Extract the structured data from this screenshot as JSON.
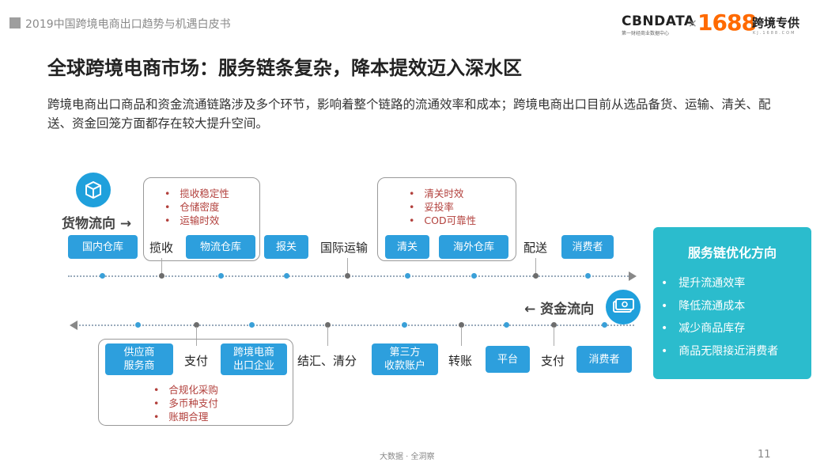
{
  "header": {
    "report_title": "2019中国跨境电商出口趋势与机遇白皮书",
    "logo_cbndata": "CBNDATA",
    "logo_cbndata_sub": "第一财经商业数据中心",
    "logo_times": "×",
    "logo_1688": "1688",
    "logo_kjzj": "跨境专供",
    "logo_kjzj_sub": "KJ.1688.COM"
  },
  "title": "全球跨境电商市场：服务链条复杂，降本提效迈入深水区",
  "paragraph": "跨境电商出口商品和资金流通链路涉及多个环节，影响着整个链路的流通效率和成本；跨境电商出口目前从选品备货、运输、清关、配送、资金回笼方面都存在较大提升空间。",
  "goods_flow": {
    "label": "货物流向 →",
    "steps": {
      "domestic_warehouse": "国内仓库",
      "pickup": "揽收",
      "logistics_warehouse": "物流仓库",
      "declaration": "报关",
      "intl_transport": "国际运输",
      "clearance": "清关",
      "overseas_warehouse": "海外仓库",
      "delivery": "配送",
      "consumer": "消费者"
    },
    "bullets_left": [
      "揽收稳定性",
      "仓储密度",
      "运输时效"
    ],
    "bullets_right": [
      "清关时效",
      "妥投率",
      "COD可靠性"
    ]
  },
  "fund_flow": {
    "label": "← 资金流向",
    "steps": {
      "supplier_line1": "供应商",
      "supplier_line2": "服务商",
      "payment1": "支付",
      "exporter_line1": "跨境电商",
      "exporter_line2": "出口企业",
      "settlement": "结汇、清分",
      "third_party_line1": "第三方",
      "third_party_line2": "收款账户",
      "transfer": "转账",
      "platform": "平台",
      "payment2": "支付",
      "consumer": "消费者"
    },
    "bullets": [
      "合规化采购",
      "多币种支付",
      "账期合理"
    ]
  },
  "panel": {
    "title": "服务链优化方向",
    "items": [
      "提升流通效率",
      "降低流通成本",
      "减少商品库存",
      "商品无限接近消费者"
    ]
  },
  "footer": {
    "source": "大数据 · 全洞察",
    "page": "11"
  },
  "icons": {
    "goods": "box-icon",
    "fund": "money-icon"
  },
  "colors": {
    "step_blue": "#2d9fdd",
    "panel_teal": "#2bbccd",
    "bullet_red": "#b2403c",
    "logo_orange": "#ff6a00"
  }
}
